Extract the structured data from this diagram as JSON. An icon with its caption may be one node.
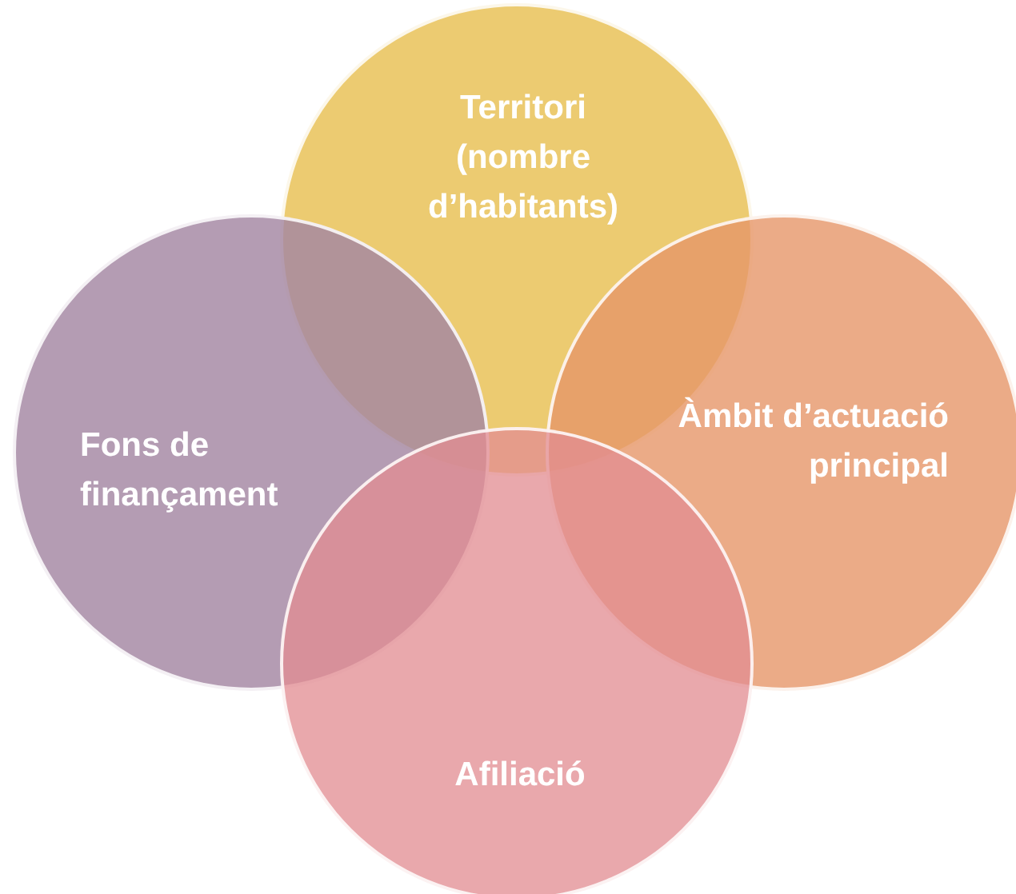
{
  "diagram": {
    "nodes": [
      {
        "text": [
          "Territori (nombre d’habitants)"
        ]
      },
      {
        "text": [
          "Fons de finançament"
        ]
      },
      {
        "text": [
          "Àmbit d’actuació principal"
        ]
      },
      {
        "text": [
          "Afiliació"
        ]
      }
    ]
  }
}
